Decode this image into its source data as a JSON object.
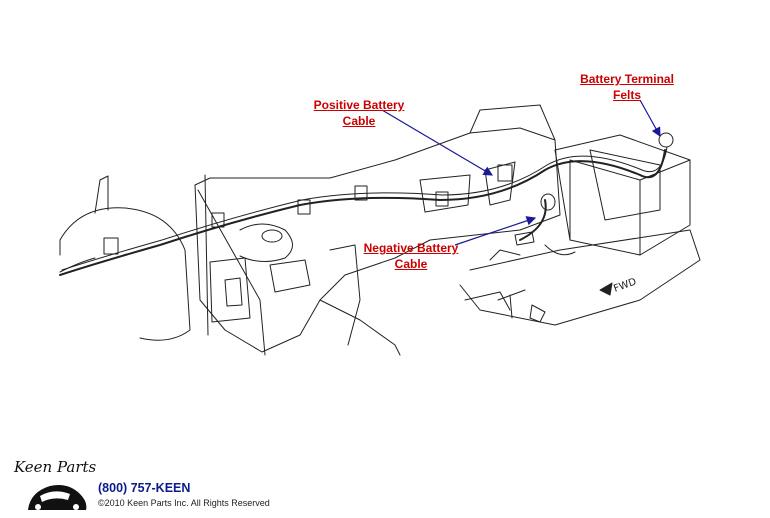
{
  "callouts": {
    "positive_battery_cable": {
      "line1": "Positive Battery",
      "line2": "Cable"
    },
    "negative_battery_cable": {
      "line1": "Negative Battery",
      "line2": "Cable"
    },
    "battery_terminal_felts": {
      "line1": "Battery Terminal",
      "line2": "Felts"
    }
  },
  "diagram": {
    "fwd_label": "FWD"
  },
  "footer": {
    "logo_text": "Keen Parts",
    "phone": "(800) 757-KEEN",
    "copyright": "©2010 Keen Parts Inc. All Rights Reserved"
  },
  "colors": {
    "callout": "#cc0000",
    "leader": "#1a1a99",
    "line_art": "#222222",
    "phone": "#0b1a8c"
  }
}
